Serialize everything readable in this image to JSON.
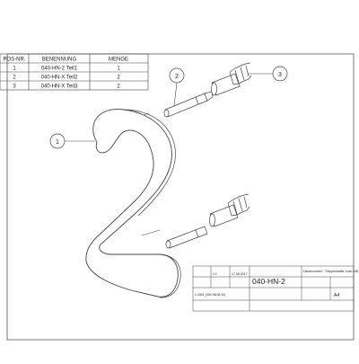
{
  "parts_list": {
    "headers": [
      "POS-NR.",
      "BENENNUNG",
      "MENGE"
    ],
    "rows": [
      [
        "1",
        "040-HN-2 Teil1",
        "1"
      ],
      [
        "2",
        "040-HN-X Teil2",
        "2"
      ],
      [
        "3",
        "040-HN-X Teil3",
        "2"
      ]
    ]
  },
  "balloons": [
    "1",
    "2",
    "3"
  ],
  "title_block": {
    "designation": "040-HN-2",
    "scale": "1:1",
    "date": "17.08.2017",
    "material": "1.4301 (X5CrNi18-10)",
    "sheet_size": "A4",
    "company": "Hausnummer · Treppenhalter 1mm x48"
  },
  "colors": {
    "line": "#444444",
    "frame": "#555555",
    "text": "#222222",
    "paper": "#ffffff"
  }
}
